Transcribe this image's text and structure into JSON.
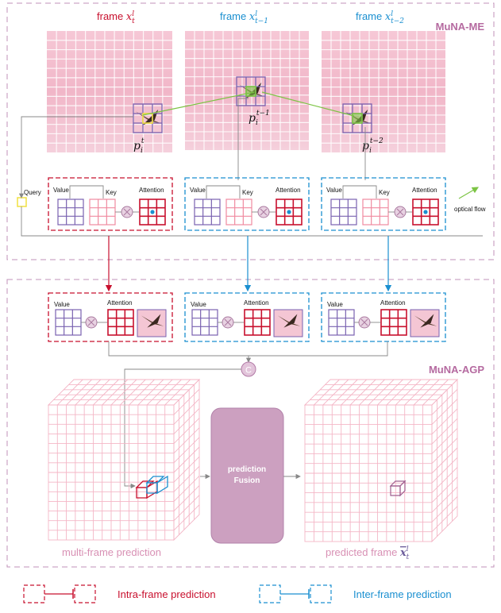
{
  "panels": {
    "me_title": "MuNA-ME",
    "agp_title": "MuNA-AGP"
  },
  "frames": [
    {
      "label": "frame",
      "sym": "x",
      "sup": "l",
      "sub": "t",
      "color": "#c8102e"
    },
    {
      "label": "frame",
      "sym": "x",
      "sup": "l",
      "sub": "t−1",
      "color": "#1a8fd0"
    },
    {
      "label": "frame",
      "sym": "x",
      "sup": "l",
      "sub": "t−2",
      "color": "#1a8fd0"
    }
  ],
  "points": [
    {
      "sym": "p",
      "sub": "i",
      "sup": "t"
    },
    {
      "sym": "p",
      "sub": "i",
      "sup": "t−1"
    },
    {
      "sym": "p",
      "sub": "i",
      "sup": "t−2"
    }
  ],
  "me_labels": {
    "query": "Query",
    "value": "Value",
    "key": "Key",
    "attention": "Attention",
    "optical_flow": "optical flow"
  },
  "agp_labels": {
    "value": "Value",
    "attention": "Attention",
    "concat": "C",
    "fusion_line1": "prediction",
    "fusion_line2": "Fusion",
    "multi_frame": "multi-frame prediction",
    "predicted_frame": "predicted frame",
    "predicted_sym": "x",
    "predicted_sup": "l",
    "predicted_sub": "t"
  },
  "legend": {
    "intra": "Intra-frame prediction",
    "inter": "Inter-frame prediction"
  },
  "colors": {
    "red": "#c8102e",
    "blue": "#1a8fd0",
    "purple": "#7a62b0",
    "pink_grid": "#f08aa0",
    "title": "#b56aa0",
    "fusion_fill": "#cca0c0",
    "flow": "#7cc444",
    "query": "#f0e040"
  }
}
